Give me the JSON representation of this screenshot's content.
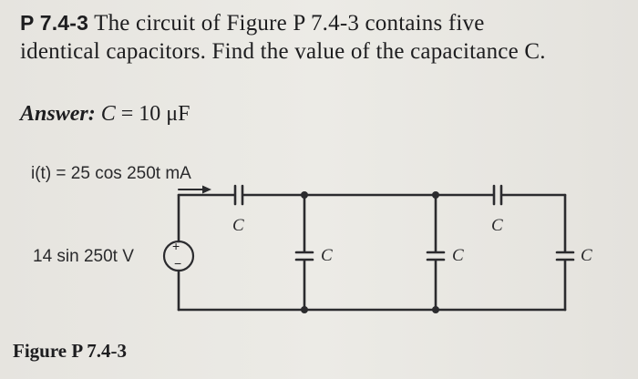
{
  "problem": {
    "number": "P 7.4-3",
    "text_line1": "The circuit of Figure P 7.4-3 contains five",
    "text_line2": "identical capacitors. Find the value of the capacitance C."
  },
  "answer": {
    "label": "Answer:",
    "variable": "C",
    "value": "= 10 μF"
  },
  "circuit": {
    "current_label": "i(t) = 25 cos 250t mA",
    "source_label": "14 sin 250t V",
    "source_plus": "+",
    "source_minus": "−",
    "capacitor_label": "C"
  },
  "figure_caption": "Figure P 7.4-3"
}
